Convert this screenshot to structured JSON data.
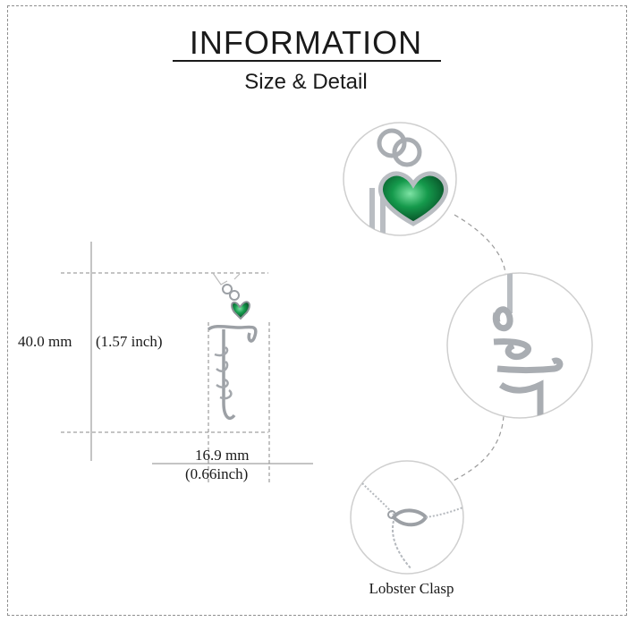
{
  "header": {
    "title": "INFORMATION",
    "subtitle": "Size & Detail"
  },
  "dimensions": {
    "height_mm": "40.0 mm",
    "height_inch": "(1.57 inch)",
    "width_mm": "16.9 mm",
    "width_inch": "(0.66inch)"
  },
  "details": {
    "clasp_caption": "Lobster  Clasp"
  },
  "colors": {
    "gem_green": "#0f7a3c",
    "metal_silver": "#c9ccd0",
    "guide_line": "#8a8a8a"
  },
  "icons": [
    "faith-pendant-image",
    "heart-gem-detail",
    "faith-script-detail",
    "lobster-clasp-detail"
  ]
}
